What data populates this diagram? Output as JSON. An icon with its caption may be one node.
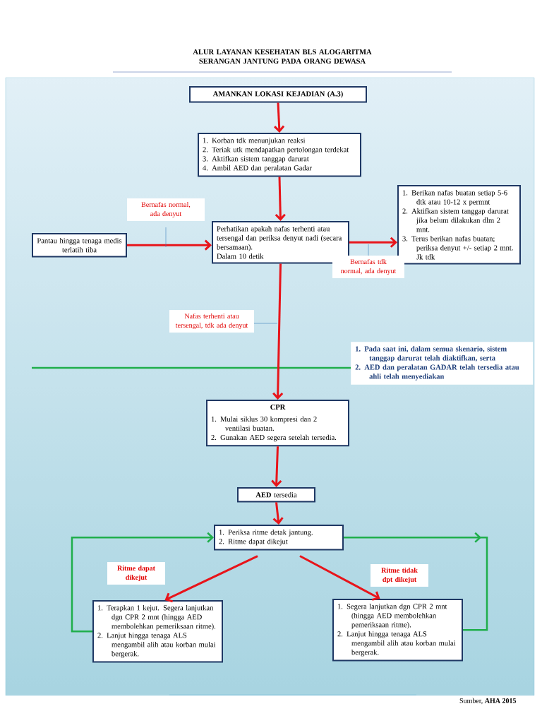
{
  "diagram": {
    "title": "ALUR LAYANAN KESEHATAN BLS ALOGARITMA SERANGAN JANTUNG PADA ORANG DEWASA",
    "nodes": [
      {
        "text": [
          "AMANKAN LOKASI KEJADIAN (A.3)"
        ]
      },
      {
        "text": [
          "1. Korban tdk menunjukan reaksi",
          "2. Teriak utk mendapatkan pertolongan terdekat",
          "3. Aktifkan sistem tanggap darurat",
          "4. Ambil AED dan peralatan Gadar"
        ]
      },
      {
        "text": [
          "Pantau hingga tenaga medis terlatih tiba"
        ]
      },
      {
        "text": [
          "Perhatikan apakah nafas terhenti atau tersengal dan periksa denyut nadi (secara bersamaan).",
          "Dalam 10 detik"
        ]
      },
      {
        "text": [
          "1. Berikan nafas buatan setiap 5-6 dtk atau 10-12 x permnt",
          "2. Aktifkan sistem tanggap darurat jika belum dilakukan dlm 2 mnt.",
          "3. Terus berikan nafas buatan; periksa denyut +/- setiap 2 mnt. Jk tdk"
        ]
      },
      {
        "text": [
          "1. Pada saat ini, dalam semua skenario, sistem tanggap darurat telah diaktifkan, serta",
          "2. AED dan peralatan GADAR telah tersedia atau ahli telah menyediakan"
        ]
      },
      {
        "text": [
          "CPR",
          "1. Mulai siklus 30 kompresi dan 2 ventilasi buatan.",
          "2. Gunakan AED segera setelah tersedia."
        ]
      },
      {
        "text": [
          "**AED** tersedia"
        ]
      },
      {
        "text": [
          "1. Periksa ritme detak jantung.",
          "2. Ritme dapat dikejut"
        ]
      },
      {
        "text": [
          "1. Terapkan 1 kejut. Segera lanjutkan dgn CPR 2 mnt (hingga AED membolehkan pemeriksaan ritme).",
          "2. Lanjut hingga tenaga ALS mengambil alih atau korban mulai bergerak."
        ]
      },
      {
        "text": [
          "1. Segera lanjutkan dgn CPR 2 mnt (hingga AED membolehkan pemeriksaan ritme).",
          "2. Lanjut hingga tenaga ALS mengambil alih atau korban mulai bergerak."
        ]
      }
    ],
    "edges": [
      {
        "from": 0,
        "to": 1,
        "arrow": "to"
      },
      {
        "from": 1,
        "to": 3,
        "arrow": "to"
      },
      {
        "from": 2,
        "to": 3,
        "arrow": "to",
        "label": "Bernafas normal, ada denyut"
      },
      {
        "from": 3,
        "to": 4,
        "arrow": "to",
        "label": "Bernafas tdk normal, ada denyut"
      },
      {
        "from": 3,
        "to": 6,
        "arrow": "to",
        "label": "Nafas terhenti atau tersengal, tdk ada denyut"
      },
      {
        "from": 6,
        "to": 7,
        "arrow": "to"
      },
      {
        "from": 7,
        "to": 8,
        "arrow": "to"
      },
      {
        "from": 8,
        "to": 9,
        "arrow": "to",
        "label": "Ritme dapat dikejut"
      },
      {
        "from": 8,
        "to": 10,
        "arrow": "to",
        "label": "Ritme tidak dpt dikejut"
      },
      {
        "from": 9,
        "to": 8,
        "arrow": "to",
        "color": "#1fae4b"
      },
      {
        "from": 8,
        "to": 10,
        "arrow": "to",
        "color": "#1fae4b"
      }
    ],
    "labels": [
      "Sumber, **AHA 2015**"
    ]
  }
}
